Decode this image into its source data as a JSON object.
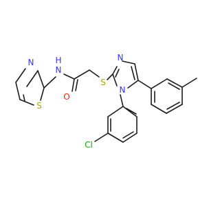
{
  "atoms": {
    "n_amide": "N",
    "h_amide": "H",
    "o_carbonyl": "O",
    "s_thioether": "S",
    "n_thiazole": "N",
    "s_thiazole": "S",
    "n_imidazole_top": "N",
    "n_imidazole_sub": "N",
    "cl": "Cl"
  },
  "colors": {
    "bond": "#1a1a1a",
    "nitrogen": "#3333ff",
    "oxygen": "#ff2020",
    "sulfur": "#b3a000",
    "chlorine": "#1aa01a"
  }
}
